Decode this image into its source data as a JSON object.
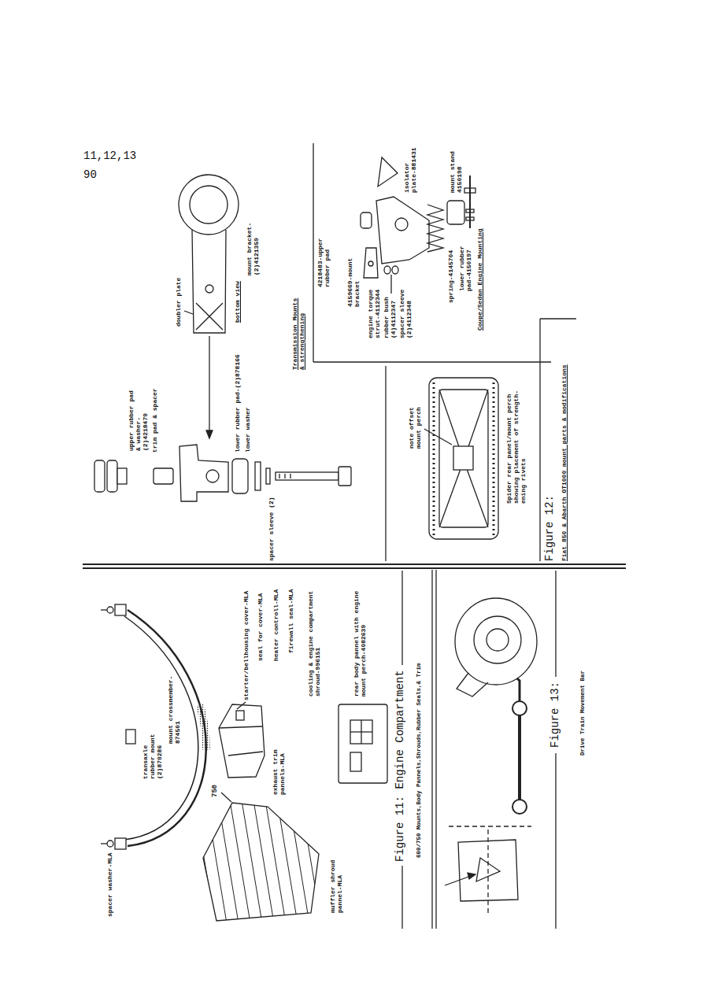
{
  "diagram": {
    "labels": [
      "11,12,13",
      "90",
      "mount bracket-(2)4121359",
      "bottom view",
      "doubler plate",
      "Transmission Mounts & strengthening",
      "upper rubber pad & washer-(2)4218479",
      "trim pad & spacer",
      "lower rubber pad-(2)878166",
      "lower washer",
      "spacer sleeve (2)",
      "4218483-upper rubber pad",
      "isolator plate-881431",
      "4159669-mount bracket",
      "engine torque strut-4112344",
      "rubber bush (4)4112347",
      "spacer sleeve (2)4112348",
      "spring-4145704",
      "lower rubber pad-4150197",
      "mount stand 4150198",
      "Coupe/Sedan Engine Mounting",
      "note offset mount perch",
      "Spider rear panel/mount perch showing placement of strength- ening rivets",
      "Figure 12:",
      "Fiat 850 & Abarth OT1000 mount parts & modifications",
      "spacer washer-MLA",
      "transaxle rubber mount (2)870286",
      "mount crossmember-874501",
      "starter/bellhousing cover-MLA",
      "seal for cover-MLA",
      "heater controll-MLA",
      "firewall seal-MLA",
      "cooling & engine compartment shroud-996151",
      "750",
      "exhaust trim pannels-MLA",
      "muffler shroud pannel-MLA",
      "rear body pannel with engine mount perch-4082639",
      "Figure 11: Engine Compartment",
      "600/750 Mounts,Body Pannels,Shrouds,Rubber Seals,& Trim",
      "Figure 13:",
      "Drive Train Movement Bar"
    ]
  }
}
